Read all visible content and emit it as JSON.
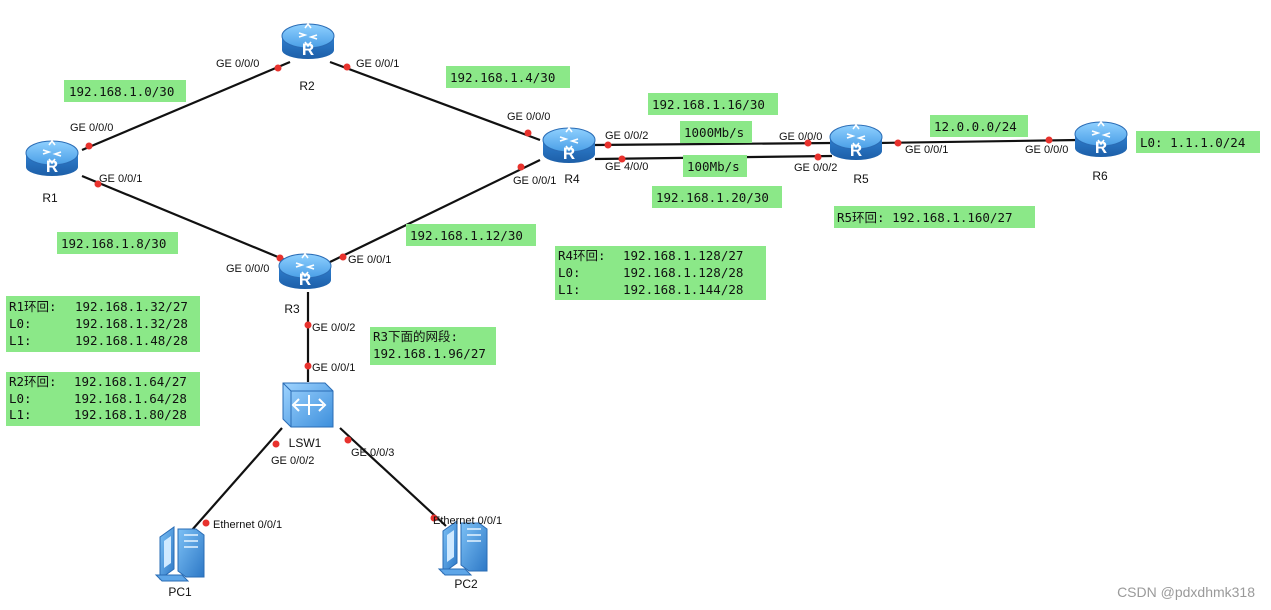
{
  "colors": {
    "label_bg": "#8be888",
    "link": "#111111",
    "port_dot": "#e8322d",
    "router_body": "#3f8fd6",
    "switch_body": "#5ea6e8"
  },
  "devices": {
    "r1": {
      "name": "R1",
      "icon": "router-icon"
    },
    "r2": {
      "name": "R2",
      "icon": "router-icon"
    },
    "r3": {
      "name": "R3",
      "icon": "router-icon"
    },
    "r4": {
      "name": "R4",
      "icon": "router-icon"
    },
    "r5": {
      "name": "R5",
      "icon": "router-icon"
    },
    "r6": {
      "name": "R6",
      "icon": "router-icon"
    },
    "lsw1": {
      "name": "LSW1",
      "icon": "switch-icon"
    },
    "pc1": {
      "name": "PC1",
      "icon": "pc-icon"
    },
    "pc2": {
      "name": "PC2",
      "icon": "pc-icon"
    }
  },
  "ports": {
    "r1_g000": "GE 0/0/0",
    "r1_g001": "GE 0/0/1",
    "r2_g000": "GE 0/0/0",
    "r2_g001": "GE 0/0/1",
    "r3_g000": "GE 0/0/0",
    "r3_g001": "GE 0/0/1",
    "r3_g002": "GE 0/0/2",
    "r4_g000": "GE 0/0/0",
    "r4_g001": "GE 0/0/1",
    "r4_g002": "GE 0/0/2",
    "r4_g400": "GE 4/0/0",
    "r5_g000": "GE 0/0/0",
    "r5_g002": "GE 0/0/2",
    "r5_g001": "GE 0/0/1",
    "r6_g000": "GE 0/0/0",
    "lsw_g001": "GE 0/0/1",
    "lsw_g002": "GE 0/0/2",
    "lsw_g003": "GE 0/0/3",
    "pc1_eth": "Ethernet 0/0/1",
    "pc2_eth": "Ethernet 0/0/1"
  },
  "networks": {
    "r1_r2": "192.168.1.0/30",
    "r2_r4": "192.168.1.4/30",
    "r1_r3": "192.168.1.8/30",
    "r3_r4": "192.168.1.12/30",
    "r4_r5_top": "192.168.1.16/30",
    "r4_r5_bottom": "192.168.1.20/30",
    "r5_r6": "12.0.0.0/24",
    "r6_loopback": "L0: 1.1.1.0/24"
  },
  "bandwidth": {
    "top": "1000Mb/s",
    "bottom": "100Mb/s"
  },
  "notes": {
    "r1": [
      {
        "key": "R1环回:",
        "value": "192.168.1.32/27"
      },
      {
        "key": "L0:",
        "value": "192.168.1.32/28"
      },
      {
        "key": "L1:",
        "value": "192.168.1.48/28"
      }
    ],
    "r2": [
      {
        "key": "R2环回:",
        "value": "192.168.1.64/27"
      },
      {
        "key": "L0:",
        "value": "192.168.1.64/28"
      },
      {
        "key": "L1:",
        "value": "192.168.1.80/28"
      }
    ],
    "r3": {
      "line1": "R3下面的网段:",
      "line2": "192.168.1.96/27"
    },
    "r4": [
      {
        "key": "R4环回:",
        "value": "192.168.1.128/27"
      },
      {
        "key": "L0:",
        "value": "192.168.1.128/28"
      },
      {
        "key": "L1:",
        "value": "192.168.1.144/28"
      }
    ],
    "r5": "R5环回: 192.168.1.160/27"
  },
  "watermark": "CSDN @pdxdhmk318"
}
